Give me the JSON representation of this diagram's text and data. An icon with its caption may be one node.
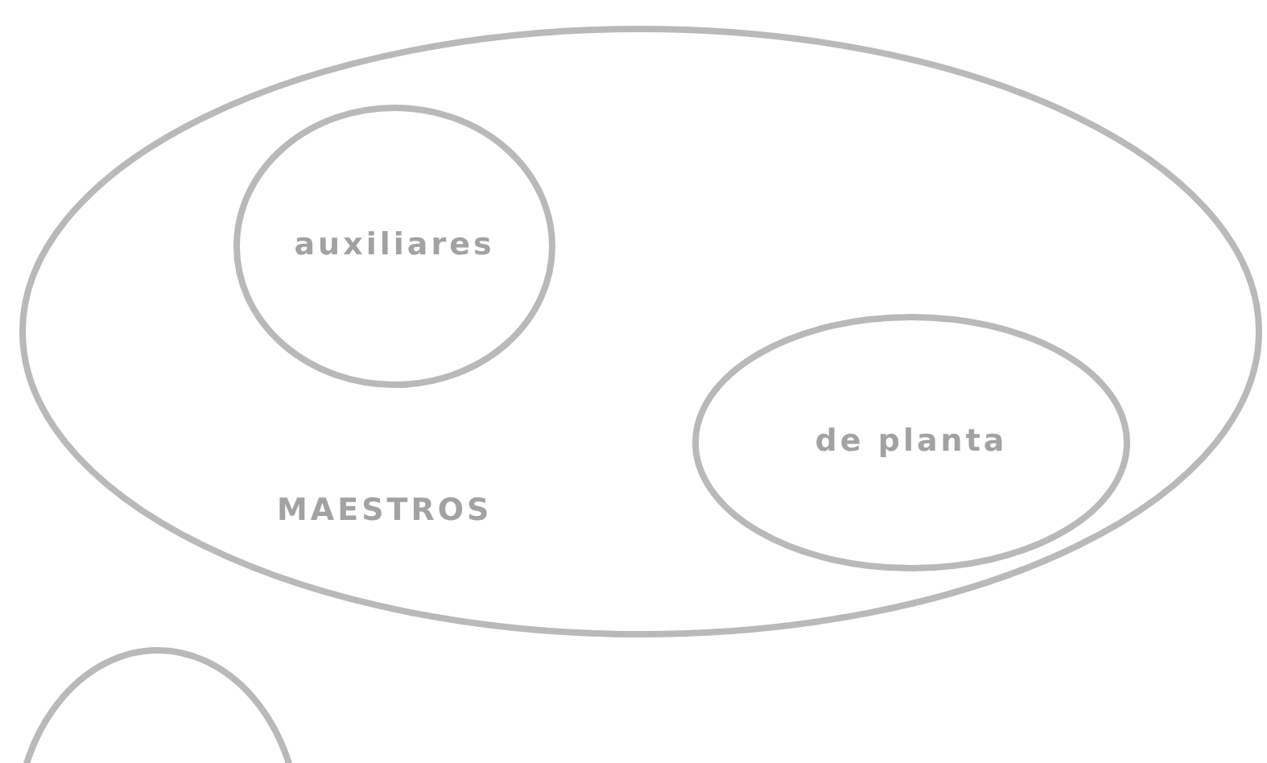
{
  "diagram": {
    "nodes": [
      {
        "text": [
          "MAESTROS"
        ]
      },
      {
        "text": [
          "auxiliares"
        ],
        "in": 0
      },
      {
        "text": [
          "de planta"
        ],
        "in": 0
      },
      {
        "text": [],
        "shape": "circle"
      }
    ]
  }
}
